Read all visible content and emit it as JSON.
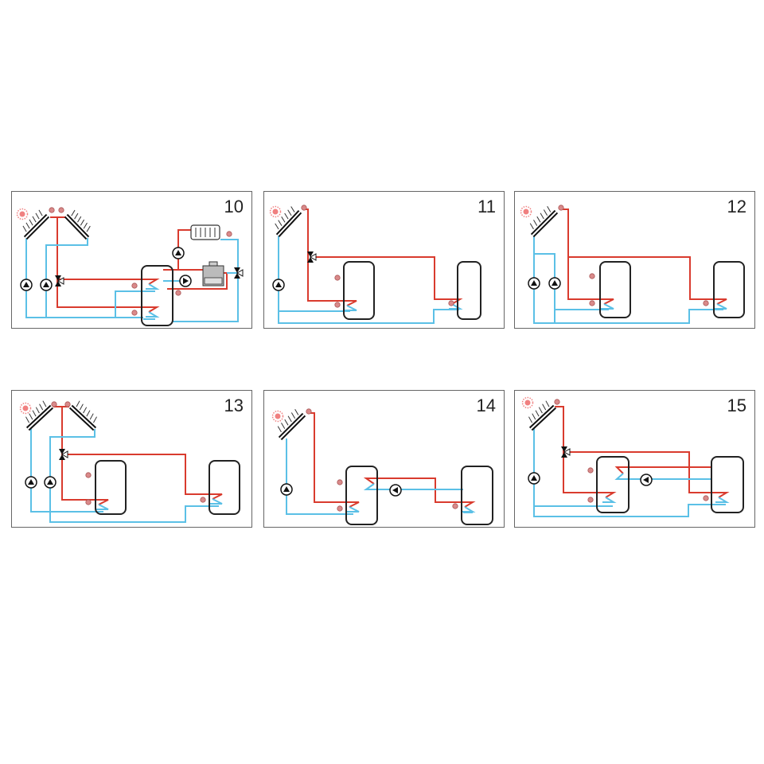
{
  "panels": [
    {
      "number": "10"
    },
    {
      "number": "11"
    },
    {
      "number": "12"
    },
    {
      "number": "13"
    },
    {
      "number": "14"
    },
    {
      "number": "15"
    }
  ],
  "colors": {
    "hot_pipe": "#d93b2e",
    "cold_pipe": "#5bc0e6",
    "outline": "#222222",
    "sensor": "#d98a8a",
    "sun": "#f08080",
    "frame": "#666666"
  }
}
